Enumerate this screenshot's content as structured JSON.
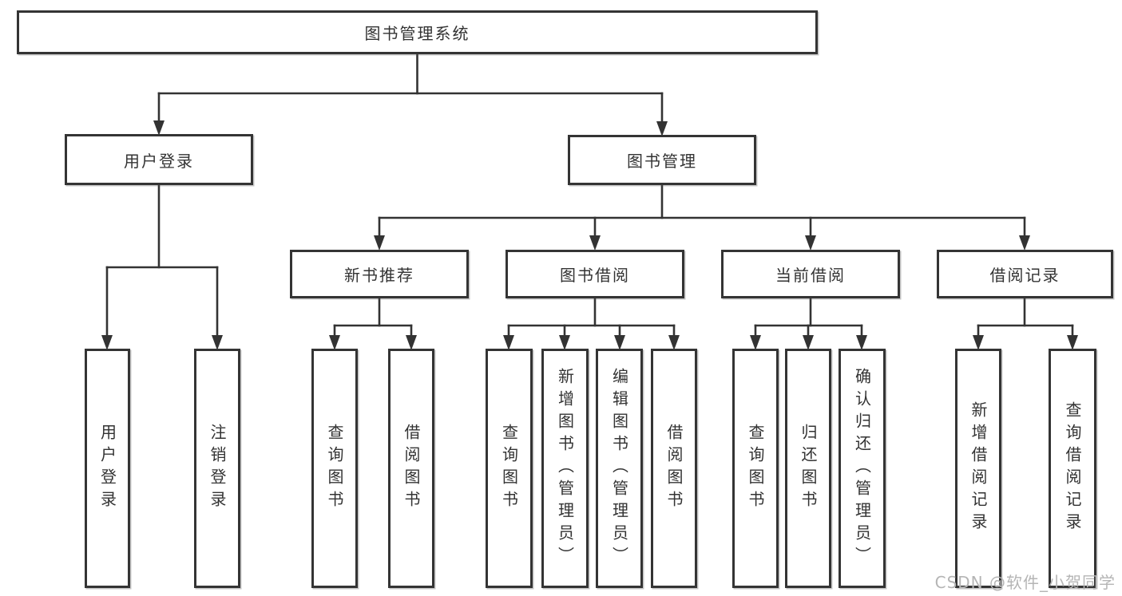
{
  "meta": {
    "background_color": "#ffffff",
    "line_color": "#333333",
    "text_color": "#333333",
    "watermark_color": "#b5b5b5"
  },
  "diagram": {
    "root": "图书管理系统",
    "branches": [
      {
        "label": "用户登录",
        "leaves": [
          "用户登录",
          "注销登录"
        ]
      },
      {
        "label": "图书管理",
        "children": [
          {
            "label": "新书推荐",
            "leaves": [
              "查询图书",
              "借阅图书"
            ]
          },
          {
            "label": "图书借阅",
            "leaves": [
              "查询图书",
              "新增图书（管理员）",
              "编辑图书（管理员）",
              "借阅图书"
            ]
          },
          {
            "label": "当前借阅",
            "leaves": [
              "查询图书",
              "归还图书",
              "确认归还（管理员）"
            ]
          },
          {
            "label": "借阅记录",
            "leaves": [
              "新增借阅记录",
              "查询借阅记录"
            ]
          }
        ]
      }
    ]
  },
  "watermark": "CSDN @软件_小贺同学"
}
